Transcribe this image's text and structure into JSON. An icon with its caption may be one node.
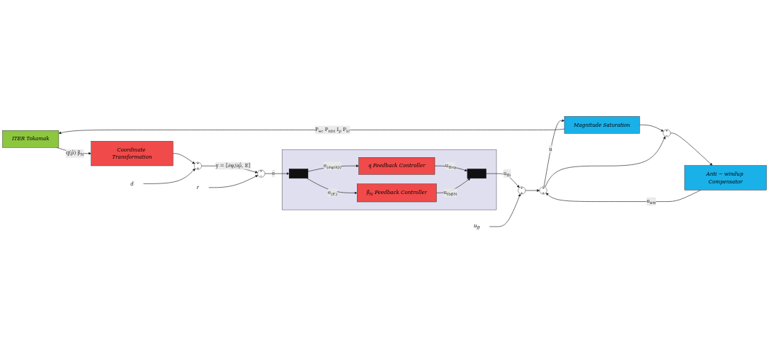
{
  "diagram": {
    "nodes": [
      {
        "text": [
          "ITER Tokamak"
        ]
      },
      {
        "text": [
          "Magnitude Saturation"
        ]
      },
      {
        "text": [
          "+",
          "−"
        ]
      },
      {
        "text": [
          "Anti − windup Compensator"
        ]
      },
      {
        "text": [
          "Coordinate Transformation"
        ]
      },
      {
        "text": [
          "+",
          "+"
        ]
      },
      {
        "text": [
          "d"
        ]
      },
      {
        "text": [],
        "shape": "box"
      },
      {
        "text": [],
        "shape": "bar",
        "in": 7
      },
      {
        "text": [
          "q Feedback Controller"
        ],
        "in": 7
      },
      {
        "text": [
          "β$_{N}$ Feedback Controller"
        ],
        "in": 7
      },
      {
        "text": [],
        "shape": "bar",
        "in": 7
      },
      {
        "text": [
          "+",
          "−"
        ]
      },
      {
        "text": [
          "r"
        ]
      },
      {
        "text": [
          "+",
          "+"
        ]
      },
      {
        "text": [
          "u$_{ff}$"
        ]
      },
      {
        "text": [
          "+",
          "+"
        ]
      }
    ],
    "edges": [
      {
        "from": 1,
        "to": 0,
        "arrow": "to",
        "label": "P$_{ec}$ P$_{nbi}$ I$_{p}$ P$_{ic}$"
      },
      {
        "from": 1,
        "to": 2,
        "arrow": "to"
      },
      {
        "from": 2,
        "to": 3,
        "arrow": "to"
      },
      {
        "from": 3,
        "to": 16,
        "arrow": "to",
        "label": "u$_{aw}$"
      },
      {
        "from": 0,
        "to": 4,
        "arrow": "to",
        "label": "q(ρ̂) β$_{N}$"
      },
      {
        "from": 4,
        "to": 5,
        "arrow": "to"
      },
      {
        "from": 6,
        "to": 5,
        "arrow": "to"
      },
      {
        "from": 5,
        "to": 12,
        "arrow": "to",
        "label": "y = [∂ψ/∂ρ̂, E]"
      },
      {
        "from": 13,
        "to": 12,
        "arrow": "to"
      },
      {
        "from": 12,
        "to": 8,
        "arrow": "to",
        "label": "e"
      },
      {
        "from": 8,
        "to": 9,
        "arrow": "to",
        "label": "e$_{(∂ψ/∂ρ̂)}$"
      },
      {
        "from": 8,
        "to": 10,
        "arrow": "to",
        "label": "e$_{(E)}$"
      },
      {
        "from": 9,
        "to": 11,
        "arrow": "to",
        "label": "u$_{fbq}$"
      },
      {
        "from": 10,
        "to": 11,
        "arrow": "to",
        "label": "u$_{fbβN}$"
      },
      {
        "from": 11,
        "to": 14,
        "arrow": "to",
        "label": "u$_{fb}$"
      },
      {
        "from": 15,
        "to": 14,
        "arrow": "to"
      },
      {
        "from": 14,
        "to": 16,
        "arrow": "to"
      },
      {
        "from": 16,
        "to": 1,
        "arrow": "to",
        "label": "u"
      },
      {
        "from": 16,
        "to": 2,
        "arrow": "to"
      }
    ]
  }
}
